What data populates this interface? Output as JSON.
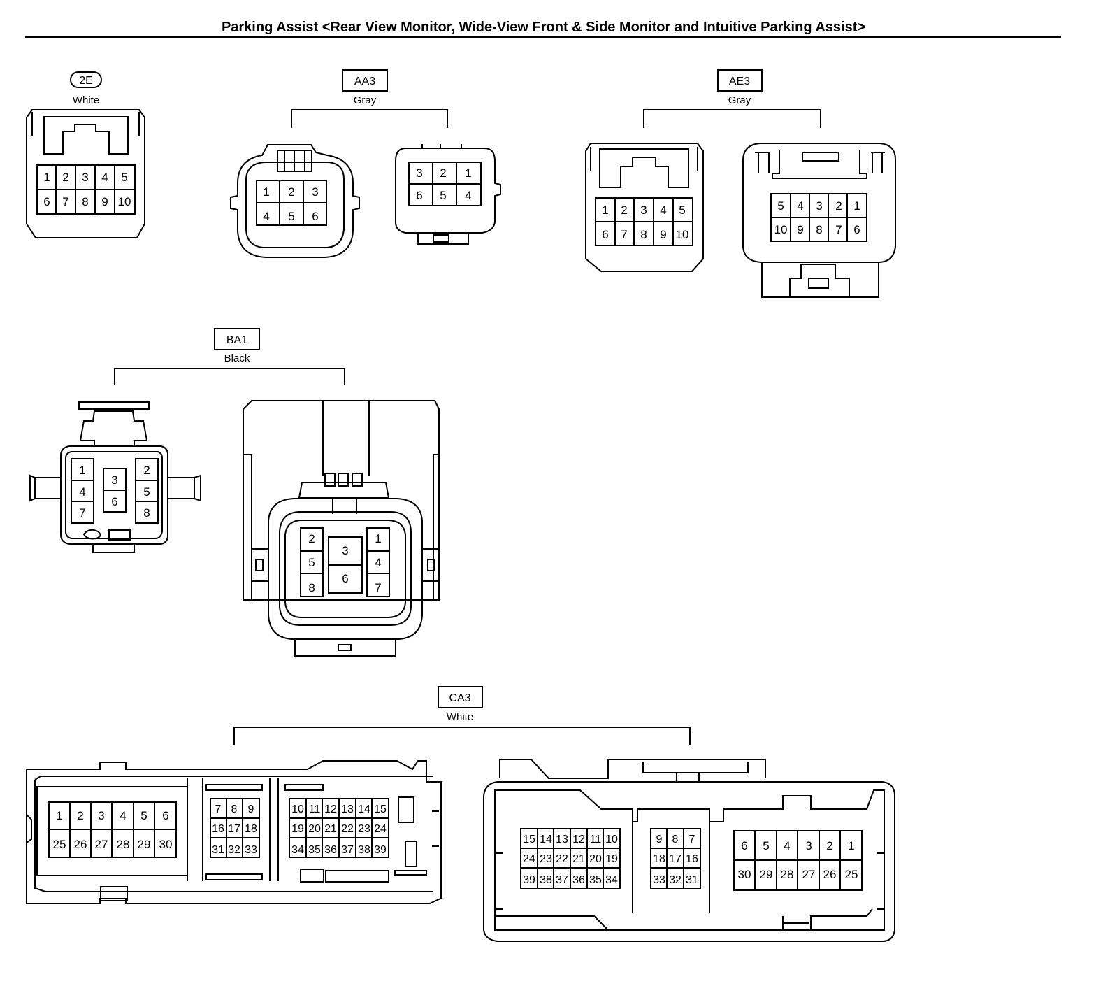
{
  "page": {
    "title": "Parking Assist <Rear View Monitor, Wide-View Front & Side Monitor and Intuitive Parking Assist>"
  },
  "connectors": {
    "c2E": {
      "code": "2E",
      "color": "White",
      "pins": [
        "1",
        "2",
        "3",
        "4",
        "5",
        "6",
        "7",
        "8",
        "9",
        "10"
      ]
    },
    "AA3": {
      "code": "AA3",
      "color": "Gray",
      "left_pins": [
        "1",
        "2",
        "3",
        "4",
        "5",
        "6"
      ],
      "right_pins": [
        "3",
        "2",
        "1",
        "6",
        "5",
        "4"
      ]
    },
    "AE3": {
      "code": "AE3",
      "color": "Gray",
      "left_pins": [
        "1",
        "2",
        "3",
        "4",
        "5",
        "6",
        "7",
        "8",
        "9",
        "10"
      ],
      "right_pins": [
        "5",
        "4",
        "3",
        "2",
        "1",
        "10",
        "9",
        "8",
        "7",
        "6"
      ]
    },
    "BA1": {
      "code": "BA1",
      "color": "Black",
      "left_pins": {
        "col_left": [
          "1",
          "4",
          "7"
        ],
        "col_mid": [
          "3",
          "6"
        ],
        "col_right": [
          "2",
          "5",
          "8"
        ]
      },
      "right_pins": {
        "col_left": [
          "2",
          "5",
          "8"
        ],
        "col_mid": [
          "3",
          "6"
        ],
        "col_right": [
          "1",
          "4",
          "7"
        ]
      }
    },
    "CA3": {
      "code": "CA3",
      "color": "White",
      "left_pins": {
        "block_a": [
          "1",
          "2",
          "3",
          "4",
          "5",
          "6",
          "25",
          "26",
          "27",
          "28",
          "29",
          "30"
        ],
        "block_b": [
          "7",
          "8",
          "9",
          "16",
          "17",
          "18",
          "31",
          "32",
          "33"
        ],
        "block_c": [
          "10",
          "11",
          "12",
          "13",
          "14",
          "15",
          "19",
          "20",
          "21",
          "22",
          "23",
          "24",
          "34",
          "35",
          "36",
          "37",
          "38",
          "39"
        ]
      },
      "right_pins": {
        "block_a": [
          "15",
          "14",
          "13",
          "12",
          "11",
          "10",
          "24",
          "23",
          "22",
          "21",
          "20",
          "19",
          "39",
          "38",
          "37",
          "36",
          "35",
          "34"
        ],
        "block_b": [
          "9",
          "8",
          "7",
          "18",
          "17",
          "16",
          "33",
          "32",
          "31"
        ],
        "block_c": [
          "6",
          "5",
          "4",
          "3",
          "2",
          "1",
          "30",
          "29",
          "28",
          "27",
          "26",
          "25"
        ]
      }
    }
  }
}
